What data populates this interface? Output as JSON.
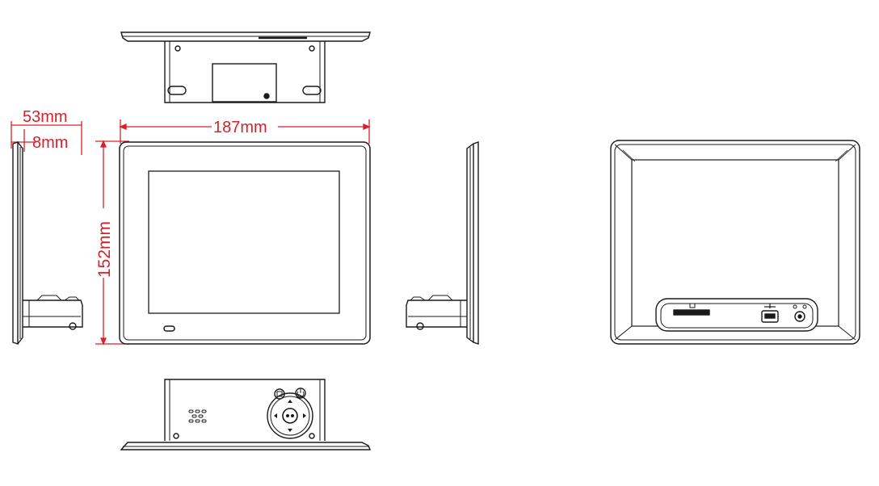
{
  "dimensions": {
    "depth": "53mm",
    "bezel_depth": "8mm",
    "width": "187mm",
    "height": "152mm"
  },
  "colors": {
    "line": "#1a1a1a",
    "dimension": "#d9202a",
    "background": "#ffffff"
  },
  "views": {
    "top": "top-view",
    "front": "front-view",
    "left_side": "left-side-view",
    "right_side": "right-side-view",
    "back": "back-view",
    "bottom": "bottom-view"
  },
  "icons": {
    "screen": "screen-area-icon",
    "dpad": "navigation-dpad-icon",
    "menu_button": "menu-button-icon",
    "power_button": "power-button-icon",
    "speaker": "speaker-grille-icon",
    "sd_slot": "sd-card-slot-icon",
    "usb_port": "usb-port-icon",
    "dc_jack": "dc-power-jack-icon"
  }
}
